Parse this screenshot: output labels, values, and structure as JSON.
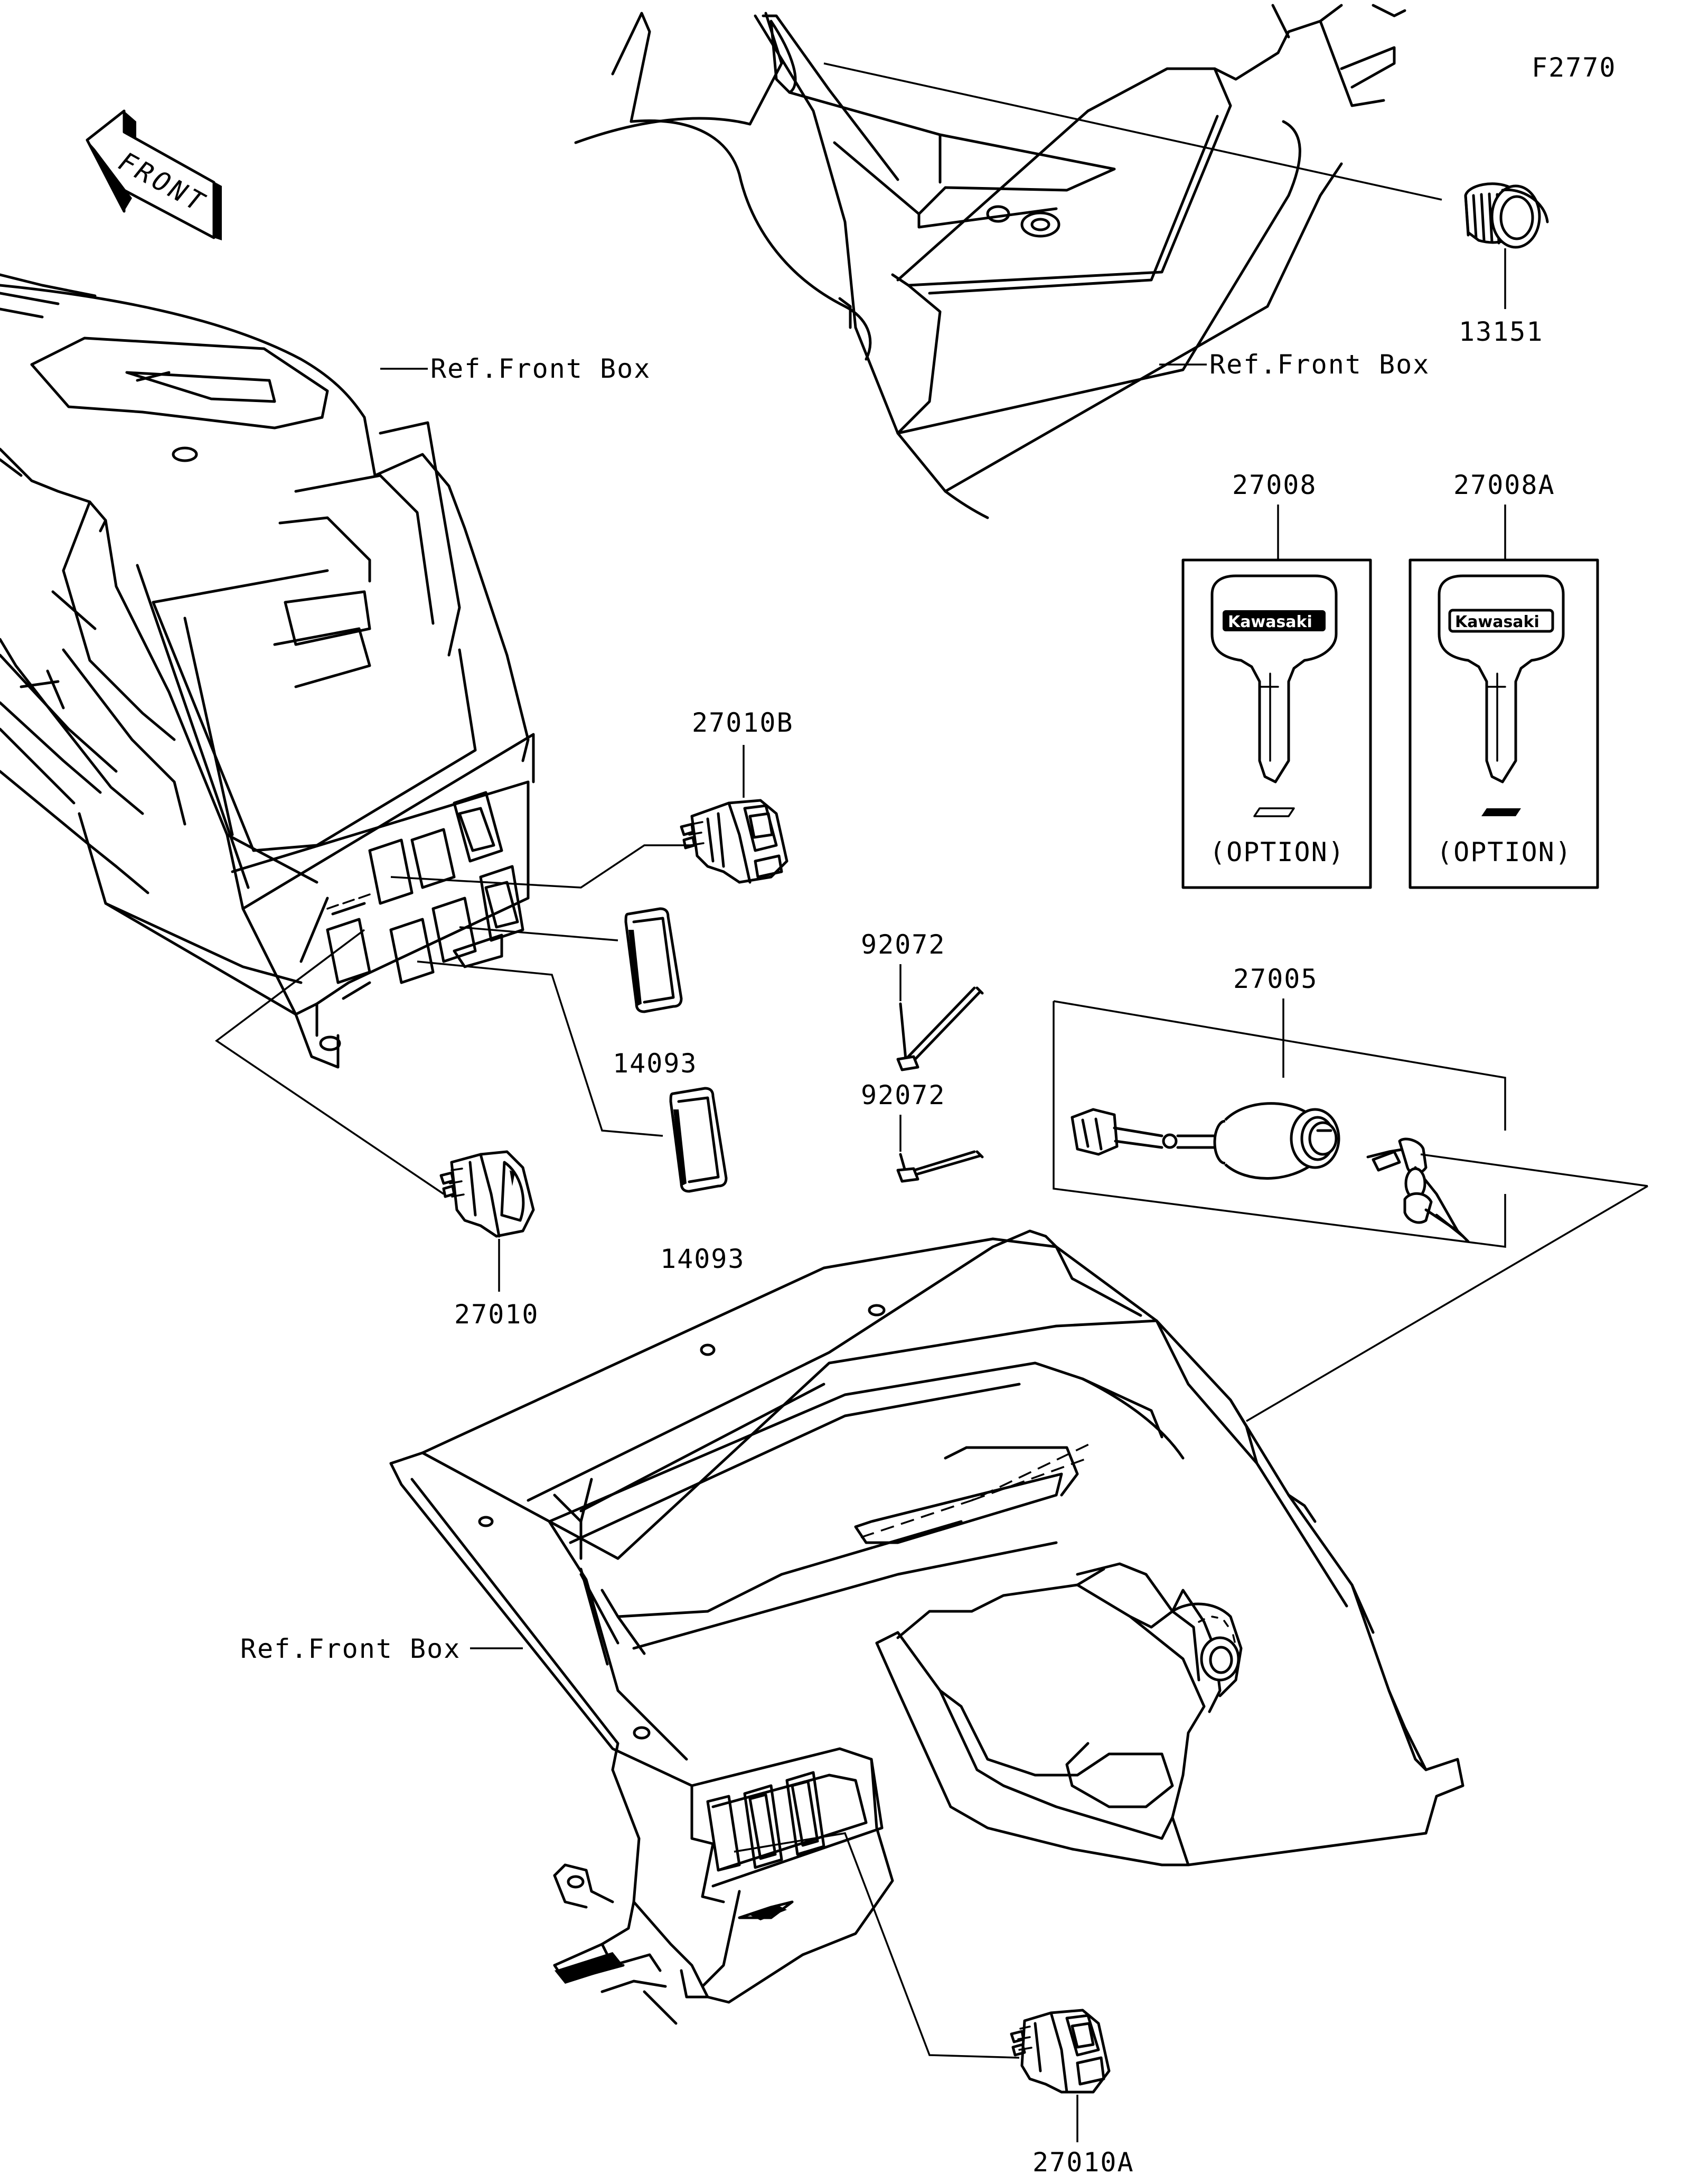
{
  "figure_id": "F2770",
  "front_arrow_text": "FRONT",
  "brand_text": "Kawasaki",
  "references": {
    "ref_top_left": "Ref.Front Box",
    "ref_top_right": "Ref.Front Box",
    "ref_bottom": "Ref.Front Box"
  },
  "parts": {
    "p13151": "13151",
    "p27008": "27008",
    "p27008A": "27008A",
    "p27008_note": "(OPTION)",
    "p27008A_note": "(OPTION)",
    "p27010B": "27010B",
    "p14093_a": "14093",
    "p14093_b": "14093",
    "p27010": "27010",
    "p92072_a": "92072",
    "p92072_b": "92072",
    "p27005": "27005",
    "p27010A": "27010A"
  }
}
